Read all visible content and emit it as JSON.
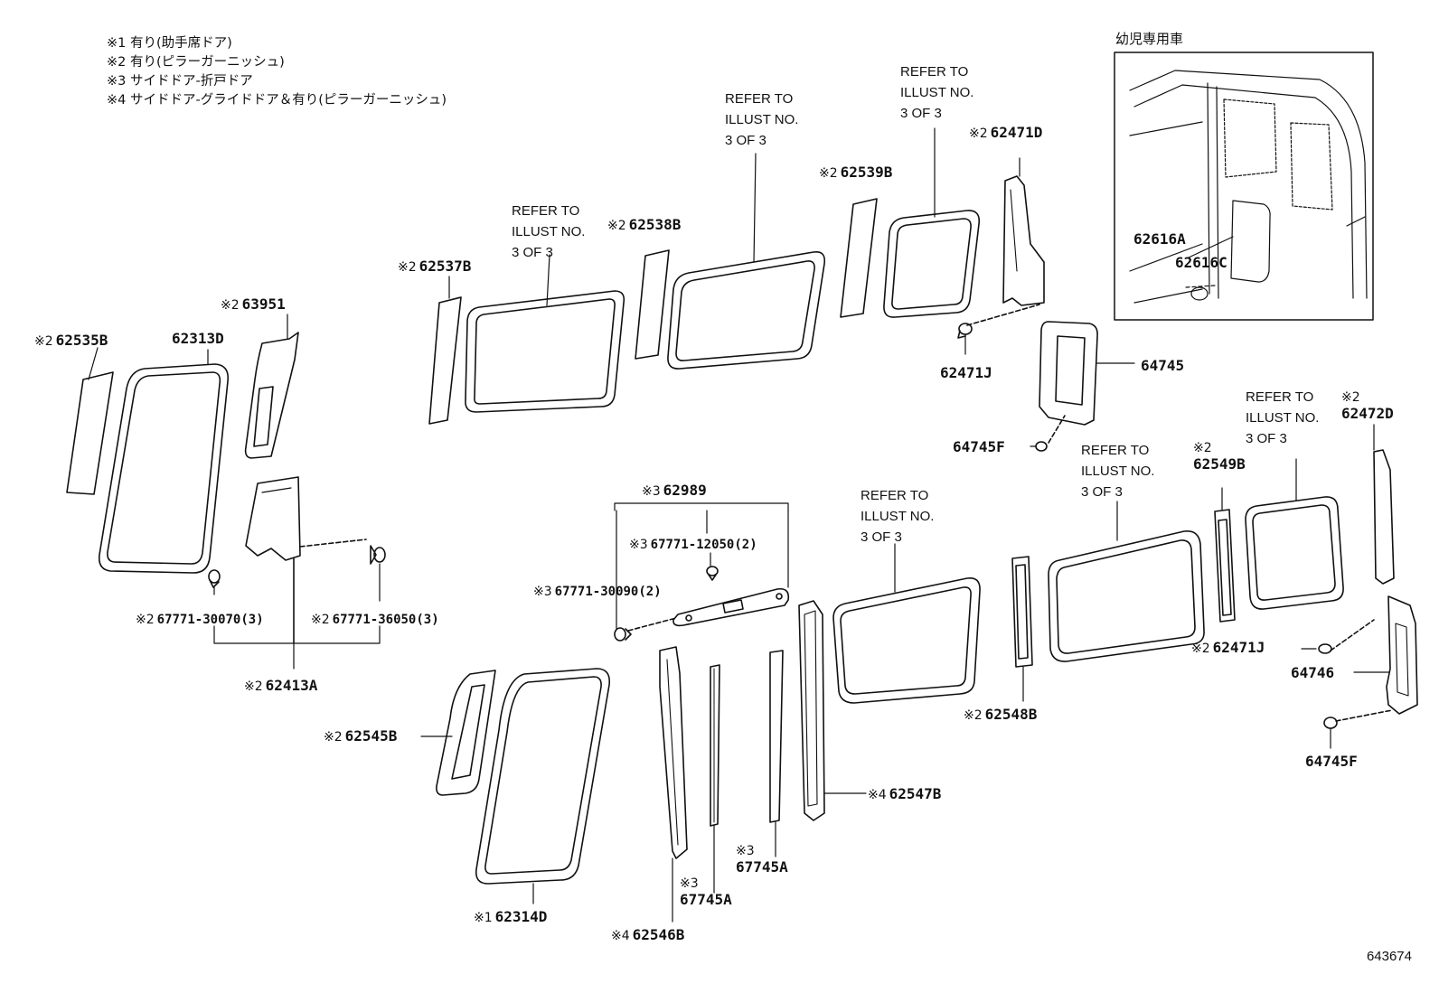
{
  "notes": [
    "※1 有り(助手席ドア)",
    "※2 有り(ピラーガーニッシュ)",
    "※3 サイドドア-折戸ドア",
    "※4 サイドドア-グライドドア＆有り(ピラーガーニッシュ)"
  ],
  "inset_title": "幼児専用車",
  "refer_text": [
    "REFER TO",
    "ILLUST NO.",
    "3 OF 3"
  ],
  "drawing_number": "643674",
  "labels": {
    "p62535B": {
      "mark": "※2",
      "part": "62535B"
    },
    "p62313D": {
      "mark": "",
      "part": "62313D"
    },
    "p63951": {
      "mark": "※2",
      "part": "63951"
    },
    "p62537B": {
      "mark": "※2",
      "part": "62537B"
    },
    "p62538B": {
      "mark": "※2",
      "part": "62538B"
    },
    "p62539B": {
      "mark": "※2",
      "part": "62539B"
    },
    "p62471D": {
      "mark": "※2",
      "part": "62471D"
    },
    "p62471J_top": {
      "mark": "",
      "part": "62471J"
    },
    "p64745": {
      "mark": "",
      "part": "64745"
    },
    "p64745F_top": {
      "mark": "",
      "part": "64745F"
    },
    "p62616A": {
      "mark": "",
      "part": "62616A"
    },
    "p62616C": {
      "mark": "",
      "part": "62616C"
    },
    "p67771_30070": {
      "mark": "※2",
      "part": "67771-30070(3)"
    },
    "p67771_36050": {
      "mark": "※2",
      "part": "67771-36050(3)"
    },
    "p62413A": {
      "mark": "※2",
      "part": "62413A"
    },
    "p62989": {
      "mark": "※3",
      "part": "62989"
    },
    "p67771_12050": {
      "mark": "※3",
      "part": "67771-12050(2)"
    },
    "p67771_30090": {
      "mark": "※3",
      "part": "67771-30090(2)"
    },
    "p62545B": {
      "mark": "※2",
      "part": "62545B"
    },
    "p62314D": {
      "mark": "※1",
      "part": "62314D"
    },
    "p62546B": {
      "mark": "※4",
      "part": "62546B"
    },
    "p67745A_a": {
      "mark": "※3",
      "part": "67745A"
    },
    "p67745A_b": {
      "mark": "※3",
      "part": "67745A"
    },
    "p62547B": {
      "mark": "※4",
      "part": "62547B"
    },
    "p62548B": {
      "mark": "※2",
      "part": "62548B"
    },
    "p62549B": {
      "mark": "※2",
      "part": "62549B"
    },
    "p62472D": {
      "mark": "※2",
      "part": "62472D"
    },
    "p62471J_bot": {
      "mark": "※2",
      "part": "62471J"
    },
    "p64746": {
      "mark": "",
      "part": "64746"
    },
    "p64745F_bot": {
      "mark": "",
      "part": "64745F"
    }
  }
}
